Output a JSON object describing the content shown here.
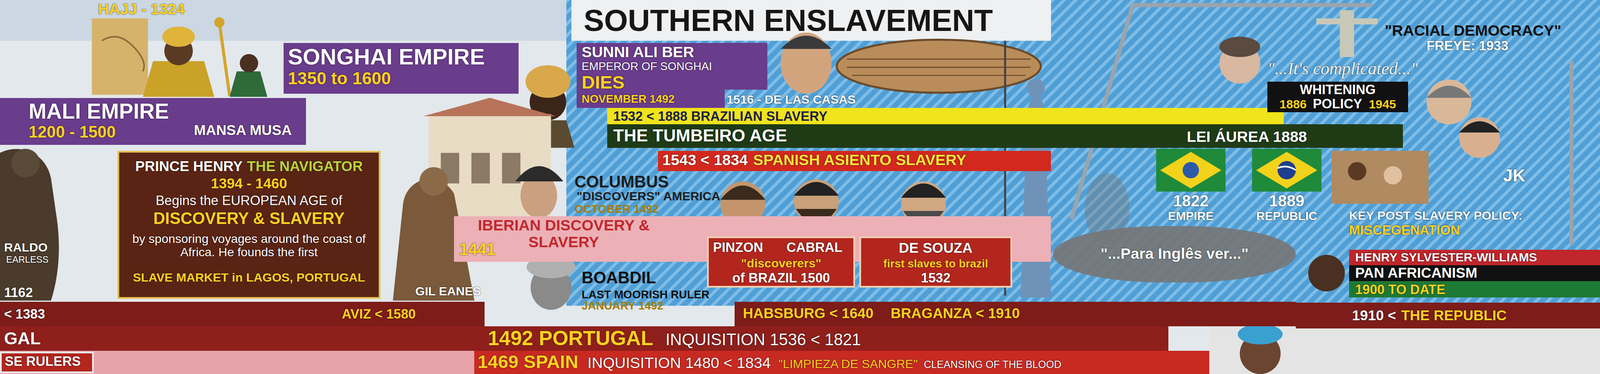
{
  "diagram": {
    "title": "SOUTHERN ENSLAVEMENT",
    "nodes": [
      {
        "text": [
          "SONGHAI EMPIRE",
          "1350 to 1600"
        ]
      },
      {
        "text": [
          "SUNNI ALI BER",
          "EMPEROR OF SONGHAI",
          "DIES",
          "NOVEMBER 1492"
        ]
      },
      {
        "text": [
          "MALI EMPIRE",
          "1200 - 1500",
          "MANSA MUSA"
        ]
      },
      {
        "text": [
          "1532 < 1888 BRAZILIAN SLAVERY"
        ]
      },
      {
        "text": [
          "THE TUMBEIRO AGE",
          "LEI ÁUREA 1888"
        ]
      },
      {
        "text": [
          "1543 < 1834",
          "SPANISH ASIENTO SLAVERY"
        ]
      },
      {
        "text": [
          "PRINCE HENRY",
          "THE NAVIGATOR",
          "1394 - 1460",
          "Begins the EUROPEAN AGE of",
          "DISCOVERY & SLAVERY",
          "by sponsoring voyages around the coast of Africa. He founds the first",
          "SLAVE MARKET in LAGOS, PORTUGAL"
        ]
      },
      {
        "text": [
          "IBERIAN DISCOVERY & SLAVERY",
          "1441"
        ]
      },
      {
        "text": [
          "PINZON",
          "CABRAL",
          "\"discoverers\"",
          "of BRAZIL 1500"
        ]
      },
      {
        "text": [
          "DE SOUZA",
          "first slaves to brazil",
          "1532"
        ]
      },
      {
        "text": [
          "\"...Para Inglês ver...\""
        ]
      },
      {
        "text": [
          "1822",
          "EMPIRE"
        ]
      },
      {
        "text": [
          "1889",
          "REPUBLIC"
        ]
      },
      {
        "text": [
          "1886",
          "WHITENING",
          "POLICY",
          "1945"
        ]
      },
      {
        "text": [
          "HENRY SYLVESTER-WILLIAMS"
        ]
      },
      {
        "text": [
          "PAN AFRICANISM"
        ]
      },
      {
        "text": [
          "1900 TO DATE"
        ]
      },
      {
        "text": [
          "1910 <",
          "THE REPUBLIC"
        ]
      },
      {
        "text": [
          "< 1383",
          "AVIZ < 1580"
        ]
      },
      {
        "text": [
          "HABSBURG < 1640",
          "BRAGANZA < 1910"
        ]
      },
      {
        "text": [
          "GAL",
          "1492 PORTUGAL",
          "INQUISITION 1536 < 1821"
        ]
      },
      {
        "text": [
          "1469 SPAIN",
          "INQUISITION 1480 < 1834",
          "\"LIMPIEZA DE SANGRE\"",
          "CLEANSING OF THE BLOOD"
        ]
      },
      {
        "text": [
          "SE RULERS"
        ],
        "in": 21
      }
    ],
    "labels": [
      "HAJJ - 1324",
      "1516 - DE LAS CASAS",
      "COLUMBUS",
      "\"DISCOVERS\" AMERICA",
      "OCTOBER 1492",
      "\"RACIAL DEMOCRACY\"",
      "FREYE: 1933",
      "\"...It's complicated...\"",
      "JK",
      "KEY POST SLAVERY POLICY:",
      "MISCEGENATION",
      "RALDO",
      "EARLESS",
      "1162",
      "GIL EANES",
      "BOABDIL",
      "LAST MOORISH RULER",
      "JANUARY 1492"
    ]
  }
}
